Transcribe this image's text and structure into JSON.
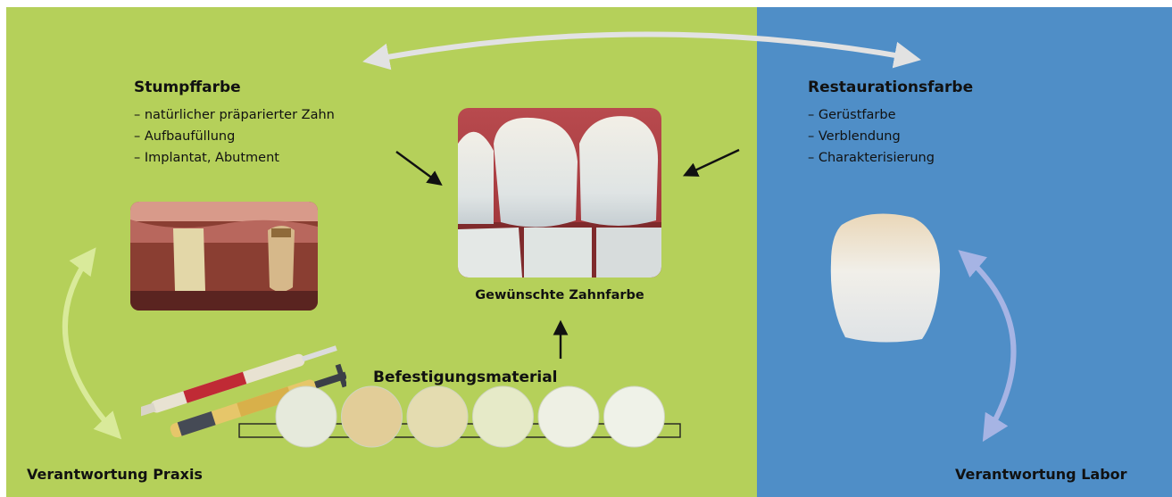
{
  "left_panel": {
    "title": "Stumpffarbe",
    "items": [
      "natürlicher präparierter Zahn",
      "Aufbaufüllung",
      "Implantat, Abutment"
    ],
    "footer": "Verantwortung Praxis",
    "color": "#b5d05a"
  },
  "right_panel": {
    "title": "Restaurationsfarbe",
    "items": [
      "Gerüstfarbe",
      "Verblendung",
      "Charakterisierung"
    ],
    "footer": "Verantwortung Labor",
    "color": "#4f8ec7"
  },
  "center": {
    "photo_caption": "Gewünschte Zahnfarbe",
    "material_label": "Befestigungsmaterial"
  },
  "shade_swatches": [
    "#e6eadc",
    "#e2cd98",
    "#e4dcb0",
    "#e6eac8",
    "#eef0e4",
    "#eff2e8"
  ]
}
